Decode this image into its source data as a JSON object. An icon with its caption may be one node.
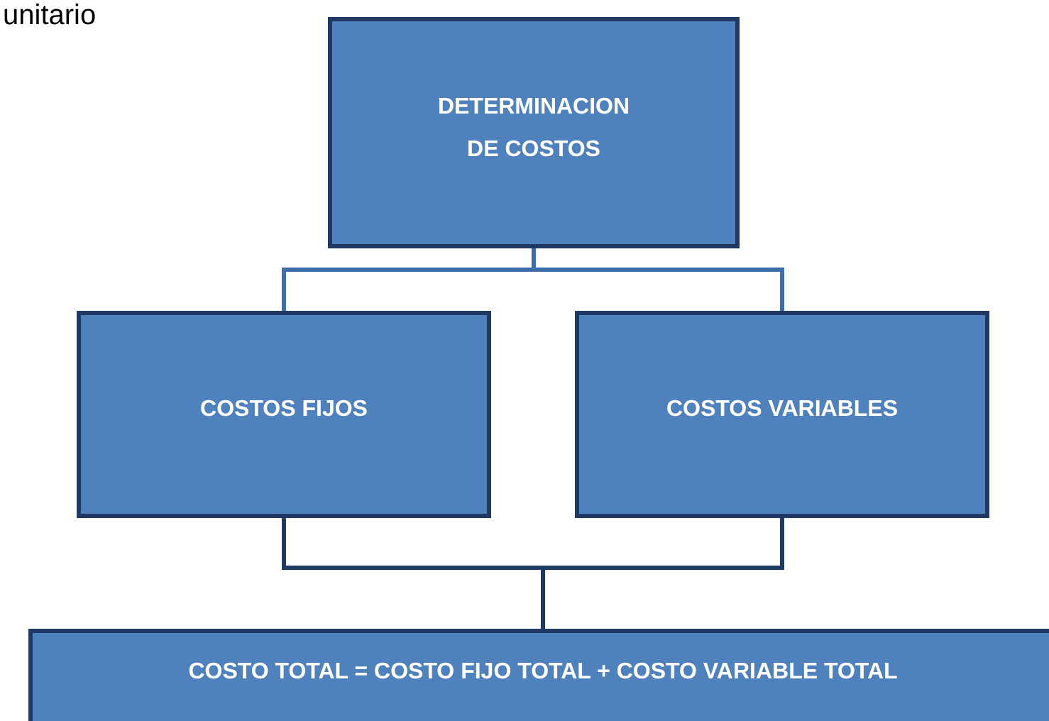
{
  "diagram": {
    "nodes": [
      {
        "text": [
          "DETERMINACION DE COSTOS"
        ]
      },
      {
        "text": [
          "COSTOS FIJOS"
        ]
      },
      {
        "text": [
          "COSTOS VARIABLES"
        ]
      },
      {
        "text": [
          "COSTO TOTAL = COSTO FIJO TOTAL + COSTO VARIABLE TOTAL"
        ]
      }
    ],
    "edges": [
      {
        "from": 0,
        "to": 1,
        "arrow": "none",
        "color": "#3d6ea8"
      },
      {
        "from": 0,
        "to": 2,
        "arrow": "none",
        "color": "#3d6ea8"
      },
      {
        "from": 1,
        "to": 3,
        "arrow": "none",
        "color": "#1f3864"
      },
      {
        "from": 2,
        "to": 3,
        "arrow": "none",
        "color": "#1f3864"
      }
    ],
    "labels": [
      "unitario"
    ]
  }
}
